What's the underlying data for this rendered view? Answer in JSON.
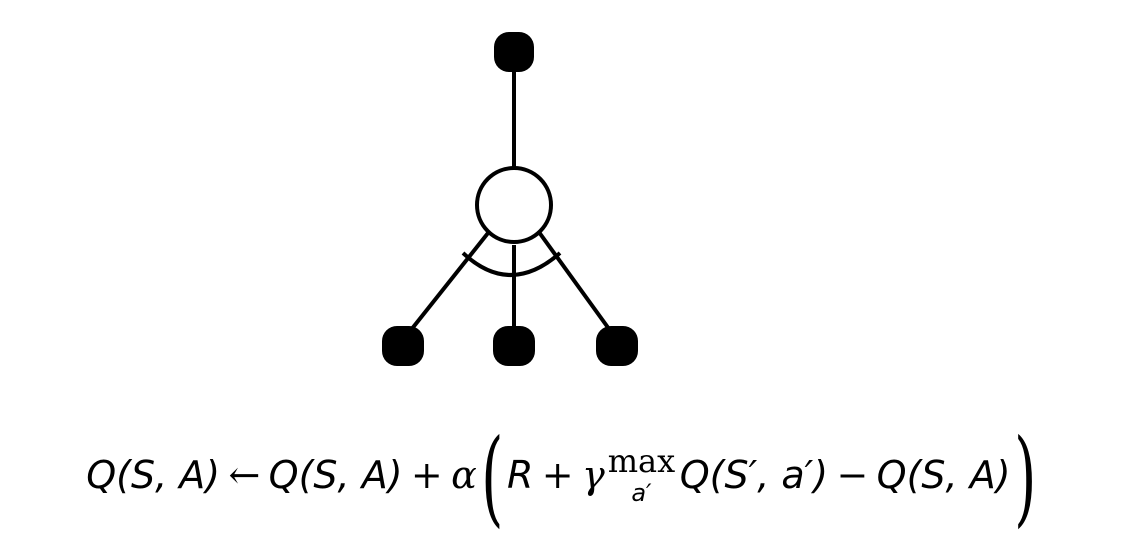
{
  "diagram": {
    "type": "q-learning-backup",
    "root_node": {
      "kind": "action",
      "fill": "#000000"
    },
    "state_node": {
      "kind": "state",
      "fill": "#ffffff",
      "stroke": "#000000"
    },
    "child_nodes": [
      {
        "kind": "action",
        "fill": "#000000"
      },
      {
        "kind": "action",
        "fill": "#000000"
      },
      {
        "kind": "action",
        "fill": "#000000"
      }
    ],
    "max_arc": true
  },
  "equation": {
    "lhs_q": "Q",
    "lhs_args": "(S, A)",
    "arrow": "←",
    "rhs_q": "Q",
    "rhs_args": "(S, A)",
    "plus1": "+",
    "alpha": "α",
    "lparen": "(",
    "reward": "R",
    "plus2": "+",
    "gamma": "γ",
    "max_word": "max",
    "max_sub": "a′",
    "next_q": "Q",
    "next_args": "(S′, a′)",
    "minus": "−",
    "cur_q": "Q",
    "cur_args": "(S, A)",
    "rparen": ")"
  }
}
